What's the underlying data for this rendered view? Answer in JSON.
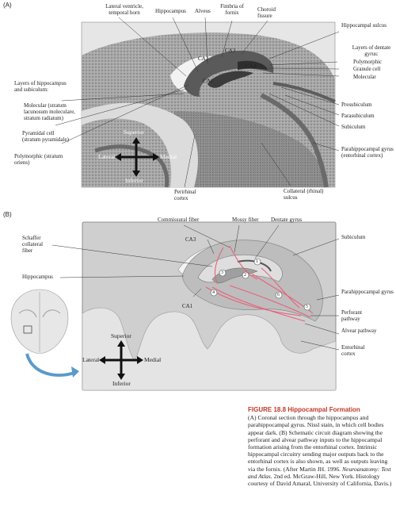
{
  "panel_a": {
    "letter": "(A)",
    "labels_top": {
      "lateral_ventricle": "Lateral ventricle, temporal horn",
      "hippocampus": "Hippocampus",
      "alveus": "Alveus",
      "fimbria": "Fimbria of fornix",
      "choroid": "Choroid fissure"
    },
    "labels_right": {
      "hippocampal_sulcus": "Hippocampal sulcus",
      "layers_dentate": "Layers of dentate gyrus:",
      "polymorphic": "Polymorphic",
      "granule": "Granule cell",
      "molecular": "Molecular",
      "presubiculum": "Presubiculum",
      "parasubiculum": "Parasubiculum",
      "subiculum": "Subiculum",
      "parahippocampal": "Parahippocampal gyrus (entorhinal cortex)"
    },
    "labels_left": {
      "layers_hippo": "Layers of hippocampus and subiculum:",
      "molecular": "Molecular (stratum lacunosum moleculare, stratum radiatum)",
      "pyramidal": "Pyramidal cell (stratum pyramidale)",
      "polymorphic": "Polymorphic (stratum oriens)"
    },
    "labels_bottom": {
      "perirhinal": "Perirhinal cortex",
      "collateral": "Collateral (rhinal) sulcus"
    },
    "inner": {
      "ca1": "CA1",
      "ca2": "CA2",
      "ca3": "CA3",
      "ca4": "CA4"
    },
    "axes": {
      "superior": "Superior",
      "inferior": "Inferior",
      "lateral": "Lateral",
      "medial": "Medial"
    }
  },
  "panel_b": {
    "letter": "(B)",
    "labels_top": {
      "commissural": "Commissural fiber",
      "mossy": "Mossy fiber",
      "dentate": "Dentate gyrus"
    },
    "labels_left": {
      "schaffer": "Schaffer collateral fiber",
      "hippocampus": "Hippocampus"
    },
    "labels_right": {
      "subiculum": "Subiculum",
      "parahippocampal": "Parahippocampal gyrus",
      "perforant": "Perforant pathway",
      "alvear": "Alvear pathway",
      "entorhinal": "Entorhinal cortex"
    },
    "inner": {
      "ca3": "CA3",
      "ca1": "CA1"
    },
    "numbers": [
      "1",
      "2",
      "3",
      "4",
      "5",
      "6"
    ],
    "axes": {
      "superior": "Superior",
      "inferior": "Inferior",
      "lateral": "Lateral",
      "medial": "Medial"
    }
  },
  "caption": {
    "figure_number": "FIGURE 18.8",
    "figure_title": "Hippocampal Formation",
    "text_before_italic": "(A) Coronal section through the hippocampus and parahippocampal gyrus. Nissl stain, in which cell bodies appear dark. (B) Schematic circuit diagram showing the perforant and alvear pathway inputs to the hippocampal formation arising from the entorhinal cortex. Intrinsic hippocampal circuitry sending major outputs back to the entorhinal cortex is also shown, as well as outputs leaving via the fornix. (After Martin JH. 1996. ",
    "italic": "Neuroanatomy: Text and Atlas",
    "text_after_italic": ". 2nd ed. McGraw-Hill, New York. Histology courtesy of David Amaral, University of California, Davis.)"
  },
  "colors": {
    "accent_red": "#c0392b",
    "pathway_pink": "#e8627c",
    "panel_gray": "#d4d4d4",
    "section_dark": "#9a9a9a"
  }
}
